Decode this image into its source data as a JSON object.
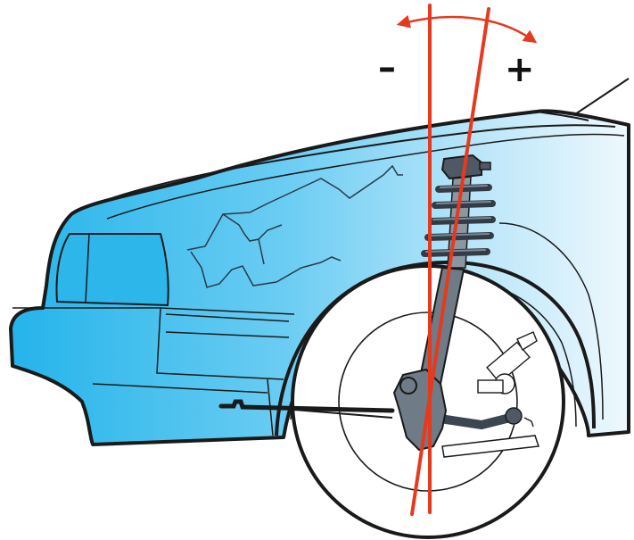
{
  "labels": {
    "negative": "–",
    "positive": "+"
  },
  "colors": {
    "body_light": "#e8f6fd",
    "body_dark": "#2ab8ec",
    "outline": "#1a1a1a",
    "angle_lines": "#e53a1e",
    "spring": "#4f5864",
    "strut": "#6f7b86",
    "tire": "#ffffff"
  },
  "icons": {
    "angle_arc": "double-arrow-arc",
    "front_fender": "car-front-corner",
    "suspension": "strut-with-coil-spring"
  }
}
